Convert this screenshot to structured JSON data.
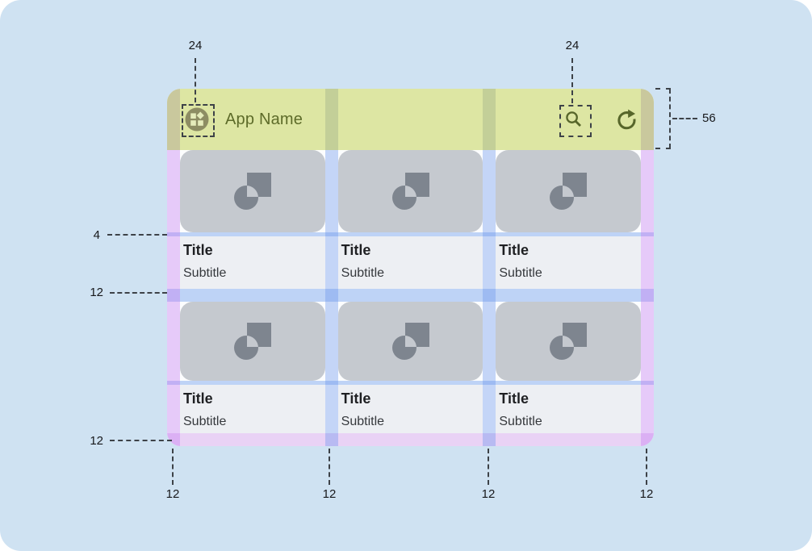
{
  "app": {
    "header": {
      "app_name": "App Name",
      "menu_icon": "widgets-icon",
      "search_icon": "search-icon",
      "refresh_icon": "refresh-icon"
    },
    "cards": [
      {
        "title": "Title",
        "subtitle": "Subtitle"
      },
      {
        "title": "Title",
        "subtitle": "Subtitle"
      },
      {
        "title": "Title",
        "subtitle": "Subtitle"
      },
      {
        "title": "Title",
        "subtitle": "Subtitle"
      },
      {
        "title": "Title",
        "subtitle": "Subtitle"
      },
      {
        "title": "Title",
        "subtitle": "Subtitle"
      }
    ]
  },
  "annotations": {
    "app_icon_size": "24",
    "action_icon_size": "24",
    "app_bar_height": "56",
    "image_text_gap": "4",
    "row_spacing": "12",
    "bottom_margin": "12",
    "bottom_column_labels": [
      "12",
      "12",
      "12",
      "12"
    ]
  },
  "colors": {
    "page_background": "#cfe2f2",
    "app_bar": "#dde6a3",
    "app_bar_text": "#5d6b29",
    "card_image": "#c5c9cf",
    "card_image_icon": "#7e858f",
    "card_text_background": "#edeff3",
    "spacer_blue": "#bed3f6",
    "bottom_band_purple": "#e9d2f5",
    "margin_overlay_purple": "#e6ccf4",
    "gutter_overlay_blue": "#c6d5f7",
    "margin_over_appbar": "#c9c89d",
    "gutter_over_appbar": "#c3cf98"
  }
}
